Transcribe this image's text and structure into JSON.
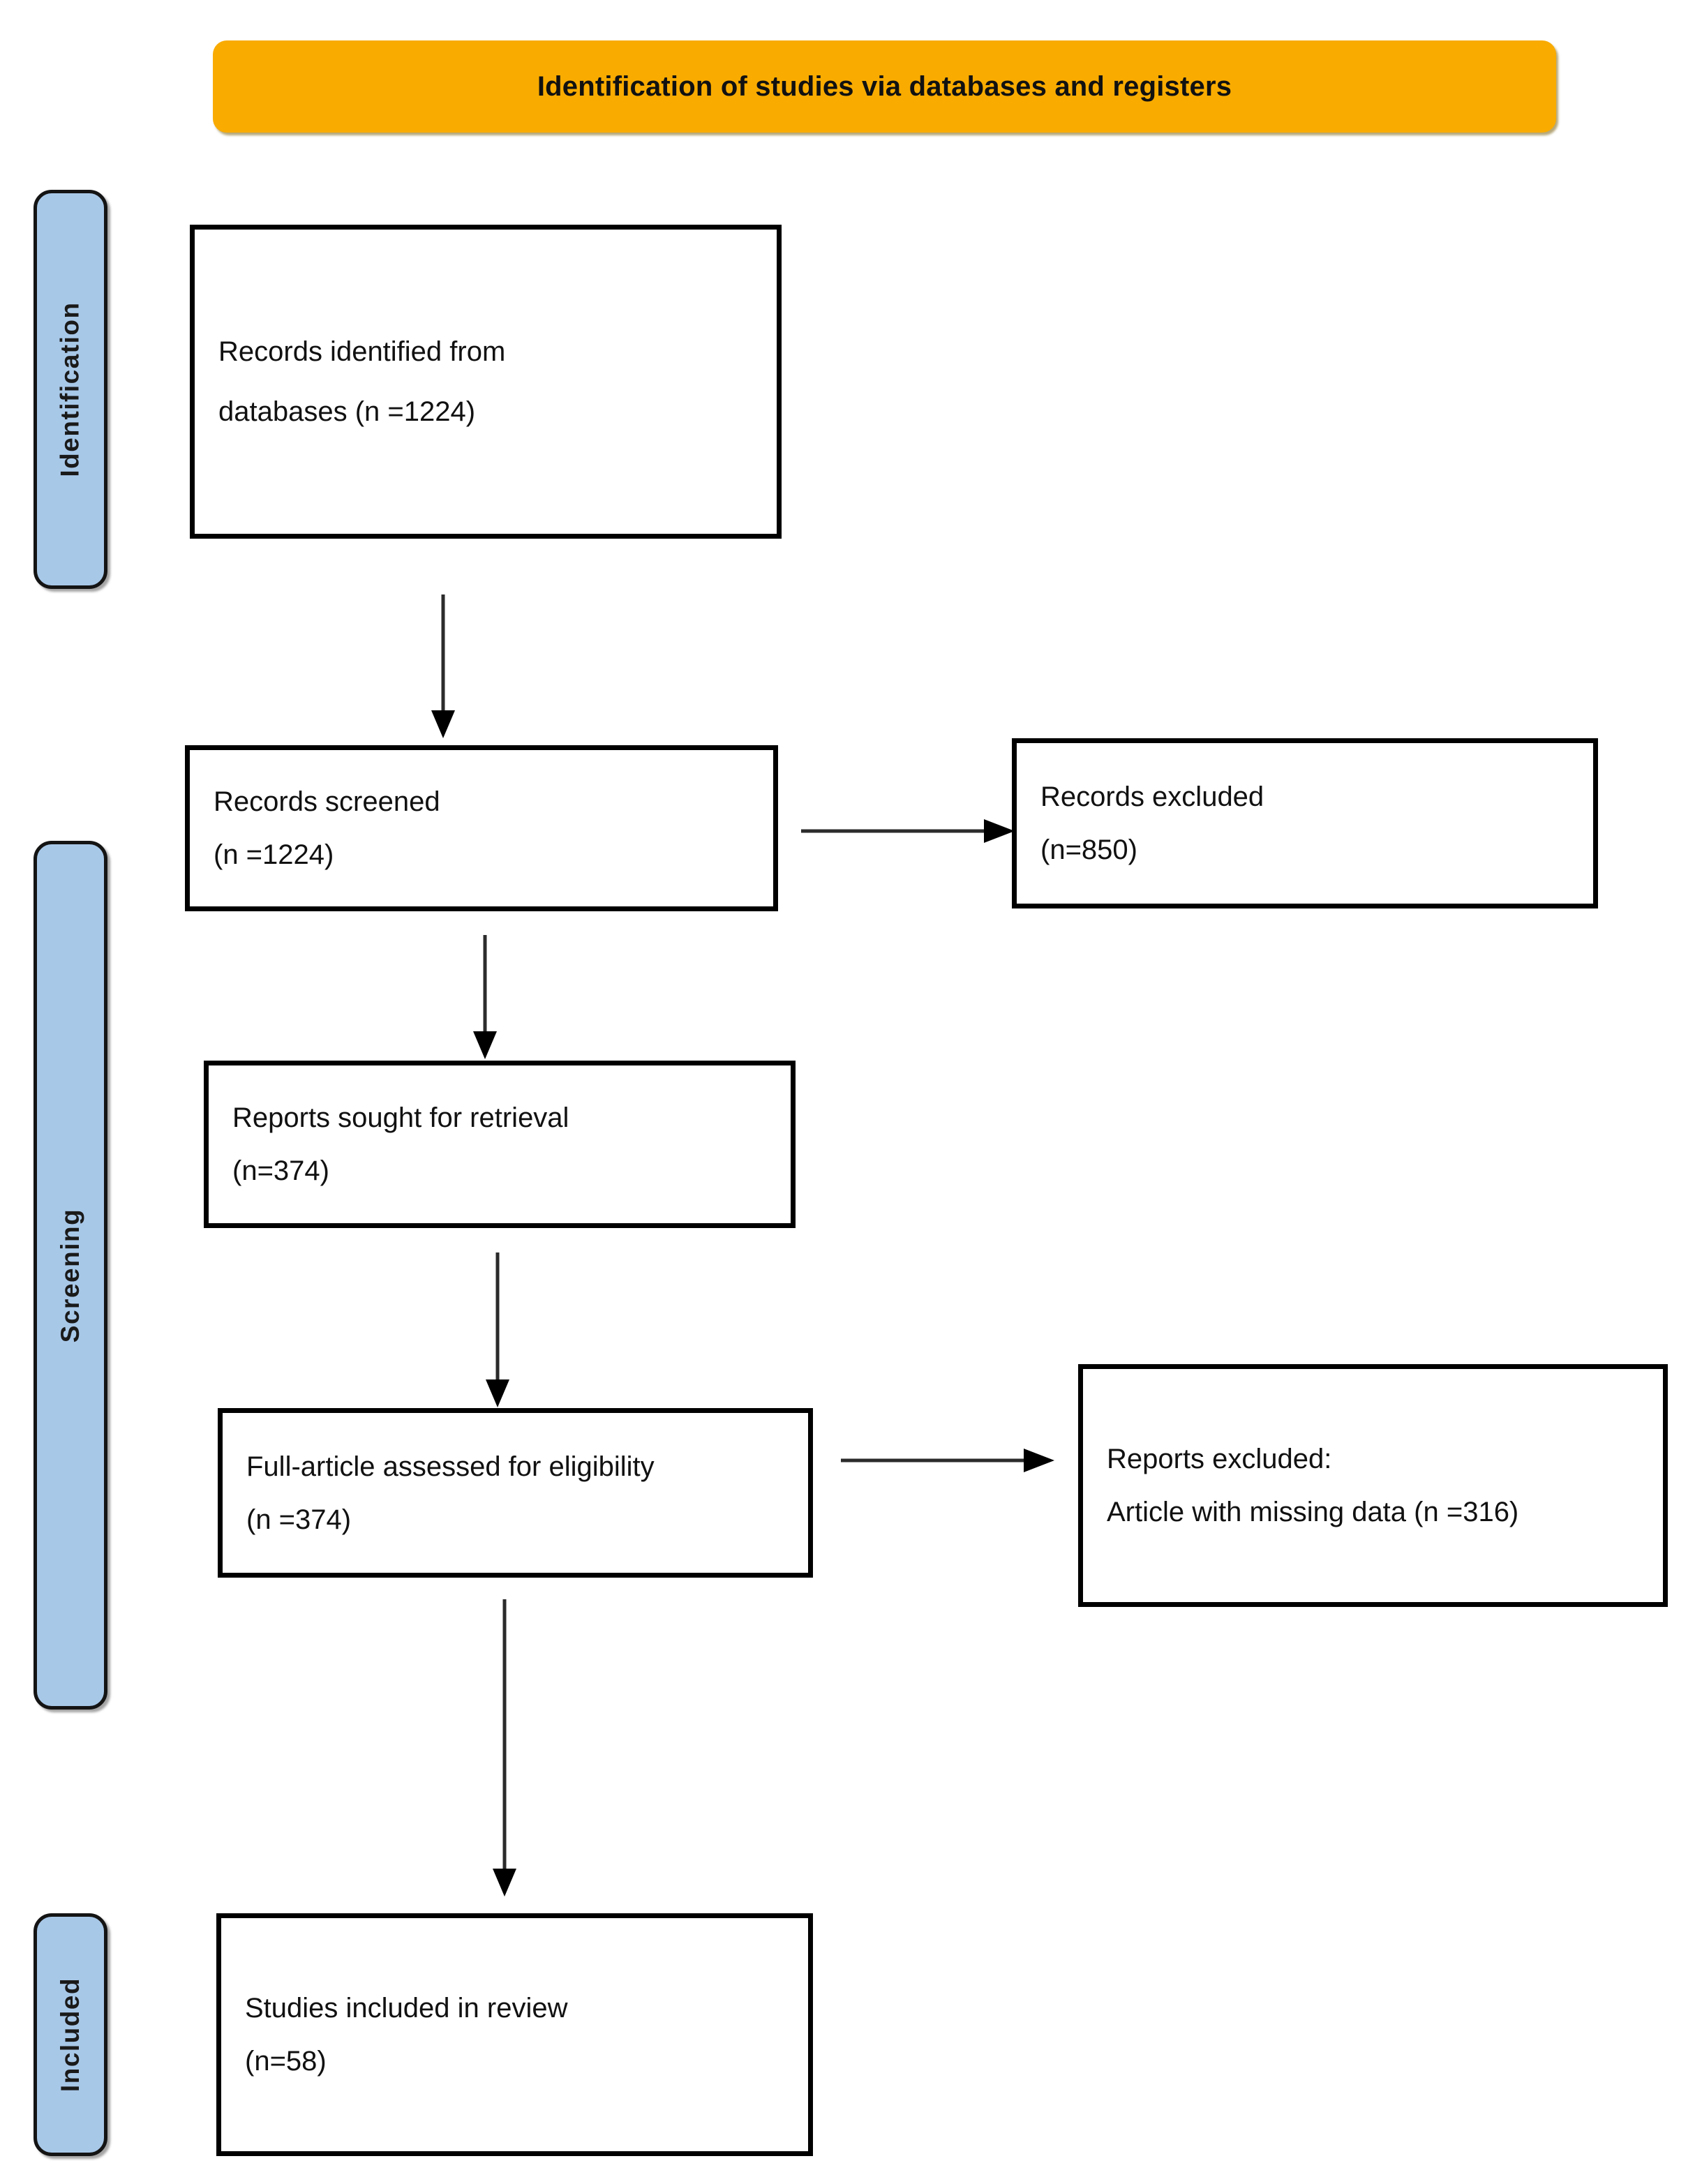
{
  "header": {
    "title": "Identification of studies via databases and registers",
    "background_color": "#f9ab00",
    "text_color": "#111111"
  },
  "stages": [
    {
      "id": "identification",
      "label": "Identification",
      "color": "#a8c8e8"
    },
    {
      "id": "screening",
      "label": "Screening",
      "color": "#a8c8e8"
    },
    {
      "id": "included",
      "label": "Included",
      "color": "#a8c8e8"
    }
  ],
  "boxes": {
    "records_identified": {
      "line1": "Records identified from",
      "line2": "databases (n =1224)"
    },
    "records_screened": {
      "line1": "Records screened",
      "line2": "(n =1224)"
    },
    "records_excluded": {
      "line1": "Records excluded",
      "line2": "(n=850)"
    },
    "reports_sought": {
      "line1": "Reports sought for retrieval",
      "line2": "(n=374)"
    },
    "full_article": {
      "line1": "Full-article assessed for eligibility",
      "line2": "(n =374)"
    },
    "reports_excluded": {
      "line1": "Reports excluded:",
      "line2": "Article with missing data (n =316)"
    },
    "studies_included": {
      "line1": "Studies included in review",
      "line2": "(n=58)"
    }
  },
  "flow_counts": {
    "records_identified_from_databases": 1224,
    "records_screened": 1224,
    "records_excluded": 850,
    "reports_sought_for_retrieval": 374,
    "full_articles_assessed_for_eligibility": 374,
    "reports_excluded_missing_data": 316,
    "studies_included_in_review": 58
  },
  "arrows": {
    "identified_to_screened": "down",
    "screened_to_excluded": "right",
    "screened_to_sought": "down",
    "sought_to_fullarticle": "down",
    "fullarticle_to_reportsexcluded": "right",
    "fullarticle_to_included": "down"
  }
}
